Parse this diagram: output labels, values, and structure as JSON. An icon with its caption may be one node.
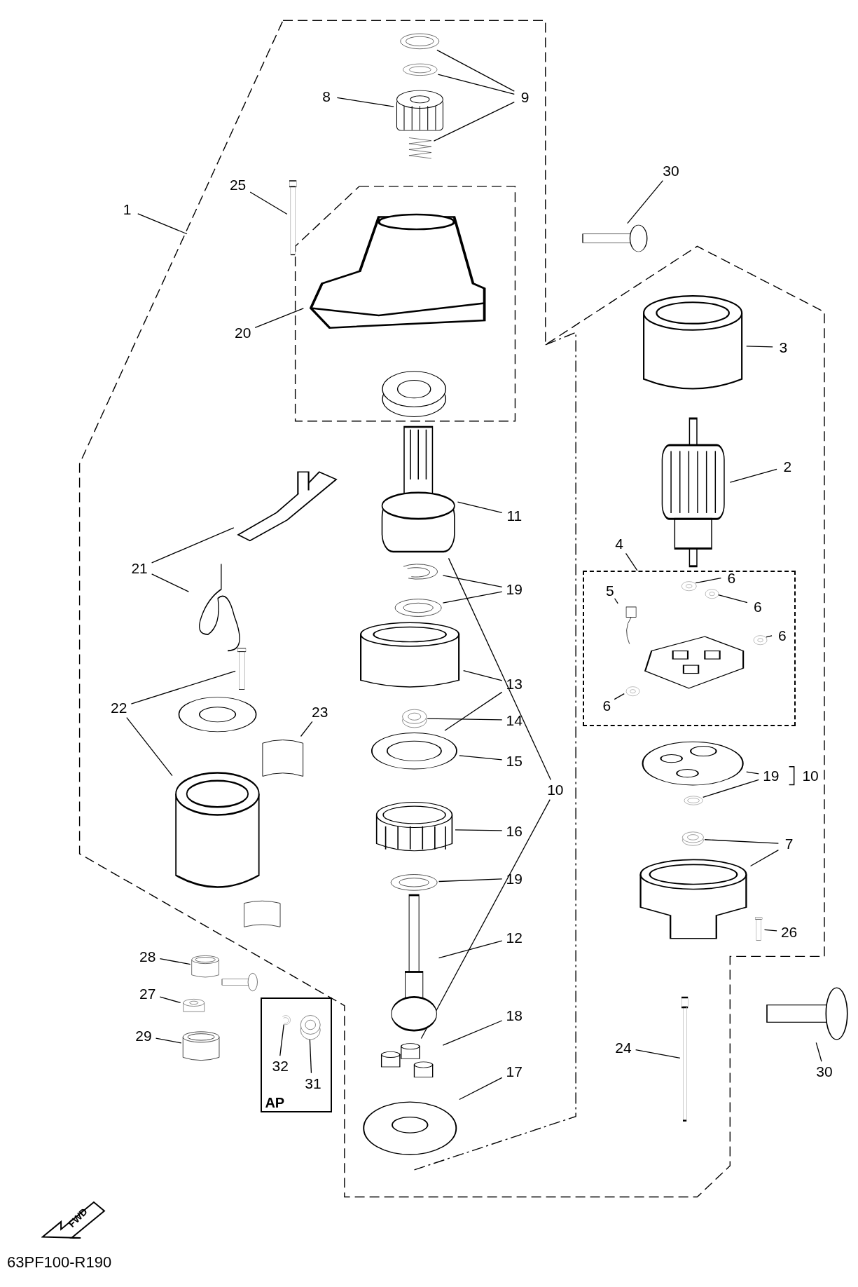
{
  "diagram": {
    "nodes": [
      {
        "text": [
          "1"
        ]
      },
      {
        "text": [
          "25"
        ]
      },
      {
        "text": [
          "8"
        ]
      },
      {
        "text": [
          "9"
        ]
      },
      {
        "text": [
          "30"
        ]
      },
      {
        "text": [
          "3"
        ]
      },
      {
        "text": [
          "20"
        ]
      },
      {
        "text": [
          "2"
        ]
      },
      {
        "text": [
          "11"
        ]
      },
      {
        "text": [
          "4"
        ]
      },
      {
        "text": [
          "5"
        ],
        "in": 88
      },
      {
        "text": [
          "6"
        ],
        "in": 88
      },
      {
        "text": [
          "6"
        ],
        "in": 88
      },
      {
        "text": [
          "6"
        ],
        "in": 88
      },
      {
        "text": [
          "6"
        ],
        "in": 88
      },
      {
        "text": [
          "21"
        ]
      },
      {
        "text": [
          "19"
        ]
      },
      {
        "text": [
          "13"
        ]
      },
      {
        "text": [
          "22"
        ]
      },
      {
        "text": [
          "23"
        ]
      },
      {
        "text": [
          "14"
        ]
      },
      {
        "text": [
          "15"
        ]
      },
      {
        "text": [
          "10"
        ]
      },
      {
        "text": [
          "19"
        ]
      },
      {
        "text": [
          "10"
        ]
      },
      {
        "text": [
          "16"
        ]
      },
      {
        "text": [
          "7"
        ]
      },
      {
        "text": [
          "19"
        ]
      },
      {
        "text": [
          "26"
        ]
      },
      {
        "text": [
          "12"
        ]
      },
      {
        "text": [
          "28"
        ]
      },
      {
        "text": [
          "27"
        ]
      },
      {
        "text": [
          "18"
        ]
      },
      {
        "text": [
          "29"
        ]
      },
      {
        "text": [
          "32"
        ],
        "in": 84
      },
      {
        "text": [
          "31"
        ],
        "in": 84
      },
      {
        "text": [
          "24"
        ]
      },
      {
        "text": [
          "17"
        ]
      },
      {
        "text": [
          "30"
        ]
      },
      {
        "text": [],
        "shape": "picture"
      },
      {
        "text": [],
        "shape": "picture"
      },
      {
        "text": [],
        "shape": "picture"
      },
      {
        "text": [],
        "shape": "picture"
      },
      {
        "text": [],
        "shape": "picture"
      },
      {
        "text": [],
        "shape": "bar"
      },
      {
        "text": [],
        "shape": "picture"
      },
      {
        "text": [],
        "shape": "picture"
      },
      {
        "text": [],
        "shape": "cylinder"
      },
      {
        "text": [],
        "shape": "picture"
      },
      {
        "text": [],
        "shape": "picture",
        "in": 88
      },
      {
        "text": [],
        "shape": "picture",
        "in": 88
      },
      {
        "text": [],
        "shape": "picture",
        "in": 88
      },
      {
        "text": [],
        "shape": "picture",
        "in": 88
      },
      {
        "text": [],
        "shape": "picture",
        "in": 88
      },
      {
        "text": [],
        "shape": "picture",
        "in": 88
      },
      {
        "text": [],
        "shape": "picture"
      },
      {
        "text": [],
        "shape": "picture"
      },
      {
        "text": [],
        "shape": "picture"
      },
      {
        "text": [],
        "shape": "picture"
      },
      {
        "text": [],
        "shape": "bar"
      },
      {
        "text": [],
        "shape": "picture"
      },
      {
        "text": [],
        "shape": "bar"
      },
      {
        "text": [],
        "shape": "picture"
      },
      {
        "text": [],
        "shape": "picture"
      },
      {
        "text": [],
        "shape": "picture"
      },
      {
        "text": [],
        "shape": "cylinder"
      },
      {
        "text": [],
        "shape": "picture"
      },
      {
        "text": [],
        "shape": "picture"
      },
      {
        "text": [],
        "shape": "picture"
      },
      {
        "text": [],
        "shape": "picture"
      },
      {
        "text": [],
        "shape": "picture"
      },
      {
        "text": [],
        "shape": "picture"
      },
      {
        "text": [],
        "shape": "picture"
      },
      {
        "text": [],
        "shape": "picture"
      },
      {
        "text": [],
        "shape": "picture"
      },
      {
        "text": [],
        "shape": "bar"
      },
      {
        "text": [],
        "shape": "picture"
      },
      {
        "text": [],
        "shape": "box"
      },
      {
        "text": [],
        "shape": "cylinder"
      },
      {
        "text": [],
        "shape": "box"
      },
      {
        "text": [],
        "shape": "cylinder"
      },
      {
        "text": [],
        "shape": "picture"
      },
      {
        "text": [],
        "shape": "picture"
      },
      {
        "text": [],
        "shape": "cylinder"
      },
      {
        "text": [
          "AP"
        ]
      },
      {
        "text": [],
        "shape": "picture",
        "in": 84
      },
      {
        "text": [],
        "shape": "picture",
        "in": 84
      },
      {
        "text": [
          "FWD"
        ]
      },
      {
        "text": [],
        "shape": "box"
      }
    ],
    "edges": [
      {
        "from": 0,
        "to": null,
        "arrow": "none"
      },
      {
        "from": 1,
        "to": 44,
        "arrow": "none"
      },
      {
        "from": 2,
        "to": 41,
        "arrow": "none"
      },
      {
        "from": 3,
        "to": 39,
        "arrow": "none"
      },
      {
        "from": 3,
        "to": 40,
        "arrow": "none"
      },
      {
        "from": 3,
        "to": 42,
        "arrow": "none"
      },
      {
        "from": 4,
        "to": 46,
        "arrow": "none"
      },
      {
        "from": 5,
        "to": 47,
        "arrow": "none"
      },
      {
        "from": 6,
        "to": 43,
        "arrow": "none"
      },
      {
        "from": 7,
        "to": 48,
        "arrow": "none"
      },
      {
        "from": 8,
        "to": 62,
        "arrow": "none"
      },
      {
        "from": 9,
        "to": 88,
        "arrow": "none"
      },
      {
        "from": 10,
        "to": 50,
        "arrow": "none"
      },
      {
        "from": 11,
        "to": 51,
        "arrow": "none"
      },
      {
        "from": 12,
        "to": 52,
        "arrow": "none"
      },
      {
        "from": 13,
        "to": 53,
        "arrow": "none"
      },
      {
        "from": 14,
        "to": 54,
        "arrow": "none"
      },
      {
        "from": 15,
        "to": 73,
        "arrow": "none"
      },
      {
        "from": 15,
        "to": 74,
        "arrow": "none"
      },
      {
        "from": 16,
        "to": 63,
        "arrow": "none"
      },
      {
        "from": 16,
        "to": 64,
        "arrow": "none"
      },
      {
        "from": 17,
        "to": 65,
        "arrow": "none"
      },
      {
        "from": 17,
        "to": 67,
        "arrow": "none"
      },
      {
        "from": 18,
        "to": 75,
        "arrow": "none"
      },
      {
        "from": 18,
        "to": 78,
        "arrow": "none"
      },
      {
        "from": 19,
        "to": 77,
        "arrow": "none"
      },
      {
        "from": 20,
        "to": 66,
        "arrow": "none"
      },
      {
        "from": 21,
        "to": 67,
        "arrow": "none"
      },
      {
        "from": 22,
        "to": 62,
        "arrow": "none"
      },
      {
        "from": 22,
        "to": 71,
        "arrow": "none"
      },
      {
        "from": 23,
        "to": 55,
        "arrow": "none"
      },
      {
        "from": 23,
        "to": 56,
        "arrow": "none"
      },
      {
        "from": 25,
        "to": 68,
        "arrow": "none"
      },
      {
        "from": 26,
        "to": 57,
        "arrow": "none"
      },
      {
        "from": 26,
        "to": 58,
        "arrow": "none"
      },
      {
        "from": 27,
        "to": 69,
        "arrow": "none"
      },
      {
        "from": 28,
        "to": 59,
        "arrow": "none"
      },
      {
        "from": 29,
        "to": 70,
        "arrow": "none"
      },
      {
        "from": 30,
        "to": 80,
        "arrow": "none"
      },
      {
        "from": 31,
        "to": 82,
        "arrow": "none"
      },
      {
        "from": 32,
        "to": 71,
        "arrow": "none"
      },
      {
        "from": 33,
        "to": 83,
        "arrow": "none"
      },
      {
        "from": 34,
        "to": 85,
        "arrow": "none"
      },
      {
        "from": 35,
        "to": 86,
        "arrow": "none"
      },
      {
        "from": 36,
        "to": 61,
        "arrow": "none"
      },
      {
        "from": 37,
        "to": 72,
        "arrow": "none"
      },
      {
        "from": 38,
        "to": 60,
        "arrow": "none"
      }
    ],
    "labels": [
      "63PF100-R190"
    ]
  }
}
